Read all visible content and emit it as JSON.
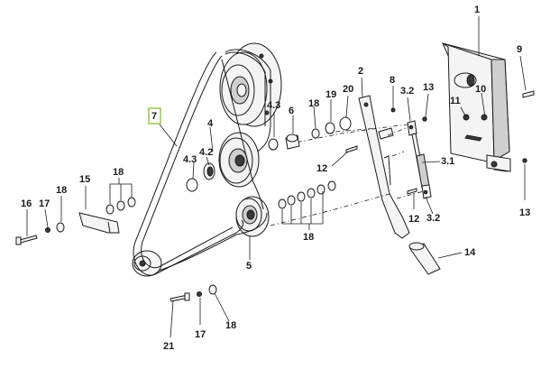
{
  "callouts": {
    "c1": "1",
    "c2": "2",
    "c3_2a": "3.2",
    "c3_1": "3.1",
    "c3_2b": "3.2",
    "c4": "4",
    "c4_2": "4.2",
    "c4_3a": "4.3",
    "c4_3b": "4.3",
    "c5": "5",
    "c6": "6",
    "c7": "7",
    "c8": "8",
    "c9": "9",
    "c10": "10",
    "c11": "11",
    "c12a": "12",
    "c12b": "12",
    "c13a": "13",
    "c13b": "13",
    "c14": "14",
    "c15": "15",
    "c16": "16",
    "c17a": "17",
    "c17b": "17",
    "c18a": "18",
    "c18b": "18",
    "c18c": "18",
    "c18d": "18",
    "c18e": "18",
    "c19": "19",
    "c20": "20",
    "c21": "21"
  },
  "colors": {
    "line": "#1a1a1a",
    "highlight": "#8cc63f"
  }
}
